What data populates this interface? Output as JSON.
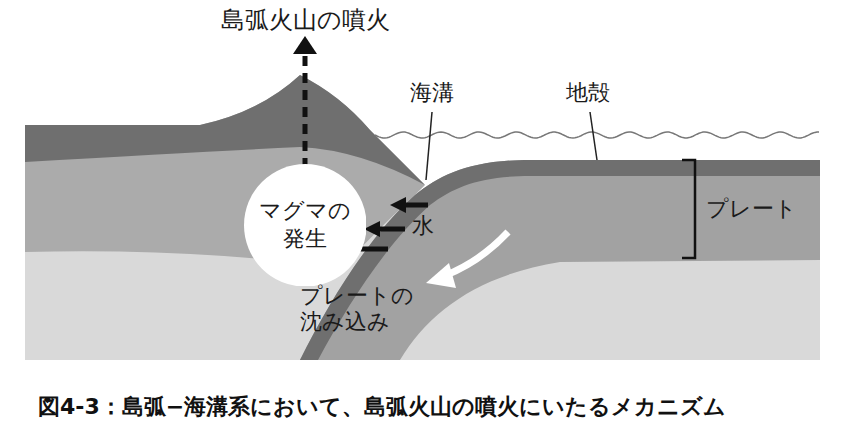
{
  "diagram": {
    "caption": "図4-3：島弧−海溝系において、島弧火山の噴火にいたるメカニズム",
    "nodes": [
      {
        "text": [
          "マグマの 発生"
        ]
      }
    ],
    "labels": [
      "島弧火山の噴火",
      "海溝",
      "地殻",
      "水",
      "プレート",
      "プレートの 沈み込み"
    ]
  }
}
